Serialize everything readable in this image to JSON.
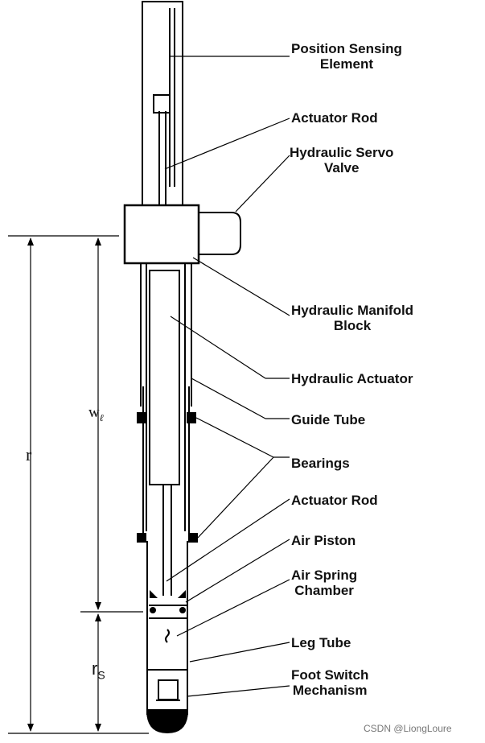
{
  "labels": {
    "position_sensing": [
      "Position Sensing",
      "Element"
    ],
    "actuator_rod_top": "Actuator Rod",
    "servo_valve": [
      "Hydraulic Servo",
      "Valve"
    ],
    "manifold": [
      "Hydraulic Manifold",
      "Block"
    ],
    "hydraulic_actuator": "Hydraulic Actuator",
    "guide_tube": "Guide Tube",
    "bearings": "Bearings",
    "actuator_rod_bottom": "Actuator Rod",
    "air_piston": "Air Piston",
    "air_spring": [
      "Air Spring",
      "Chamber"
    ],
    "leg_tube": "Leg Tube",
    "foot_switch": [
      "Foot Switch",
      "Mechanism"
    ]
  },
  "dimensions": {
    "r": "r",
    "w": "w",
    "w_sub": "ℓ",
    "rs": "r",
    "rs_sub": "S"
  },
  "watermark": "CSDN @LiongLoure"
}
